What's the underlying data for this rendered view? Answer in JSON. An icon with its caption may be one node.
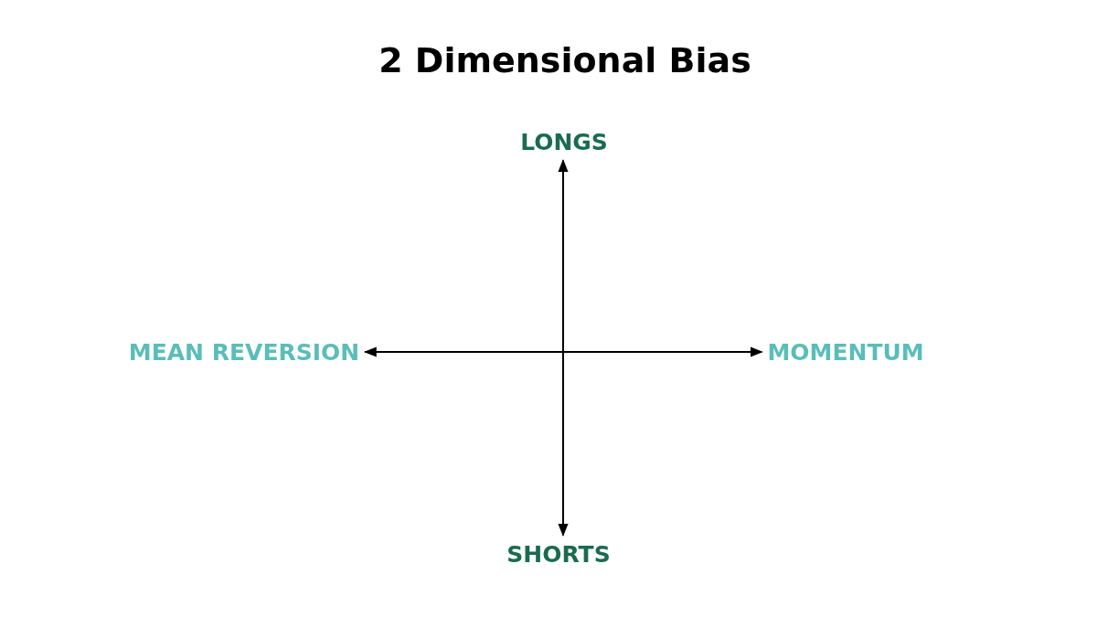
{
  "diagram": {
    "title": "2 Dimensional Bias",
    "nodes": [
      {
        "text": [
          "LONGS"
        ]
      },
      {
        "text": [
          "MEAN REVERSION"
        ]
      },
      {
        "text": [
          "MOMENTUM"
        ]
      },
      {
        "text": [
          "SHORTS"
        ]
      }
    ],
    "edges": [
      {
        "from": 0,
        "to": 3,
        "arrow": "both"
      },
      {
        "from": 1,
        "to": 2,
        "arrow": "both"
      }
    ]
  }
}
